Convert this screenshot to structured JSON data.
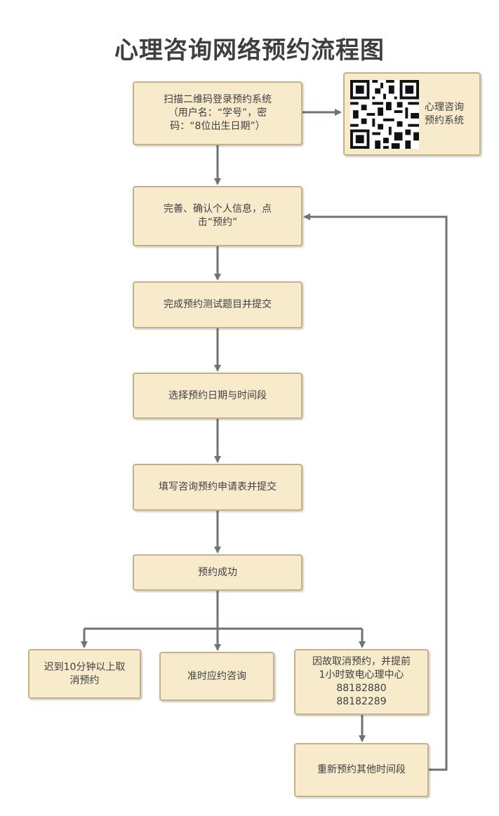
{
  "title": "心理咨询网络预约流程图",
  "nodes": {
    "scan": [
      "扫描二维码登录预约系统",
      "（用户名：“学号”，密",
      "码：“8位出生日期”）"
    ],
    "qr_label": [
      "心理咨询",
      "预约系统"
    ],
    "confirm": [
      "完善、确认个人信息，点",
      "击“预约”"
    ],
    "test": "完成预约测试题目并提交",
    "select": "选择预约日期与时间段",
    "fill": "填写咨询预约申请表并提交",
    "success": "预约成功",
    "late": [
      "迟到10分钟以上取",
      "消预约"
    ],
    "ontime": "准时应约咨询",
    "cancel": [
      "因故取消预约，并提前",
      "1小时致电心理中心",
      "88182880",
      "88182289"
    ],
    "rebook": "重新预约其他时间段"
  },
  "colors": {
    "box_fill": "#f7ebcc",
    "box_border": "#c4b184",
    "arrow": "#6b7572",
    "title": "#3e3e3e"
  }
}
